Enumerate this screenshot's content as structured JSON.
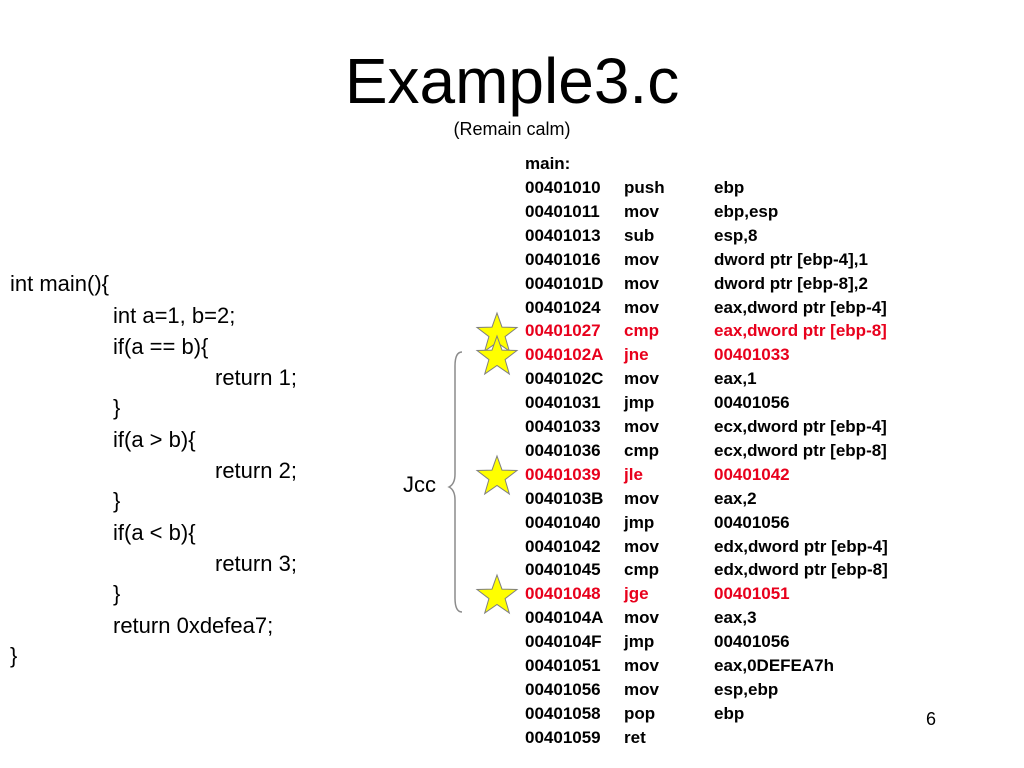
{
  "slide": {
    "title": "Example3.c",
    "subtitle": "(Remain calm)",
    "page_number": "6"
  },
  "source_code": [
    "int main(){",
    "int a=1, b=2;",
    "if(a == b){",
    "return 1;",
    "}",
    "if(a > b){",
    "return 2;",
    "}",
    "if(a < b){",
    "return 3;",
    "}",
    "return 0xdefea7;",
    "}"
  ],
  "assembly": {
    "label": "main:",
    "lines": [
      {
        "addr": "00401010",
        "op": "push",
        "arg": "ebp",
        "highlight": false
      },
      {
        "addr": "00401011",
        "op": "mov",
        "arg": "ebp,esp",
        "highlight": false
      },
      {
        "addr": "00401013",
        "op": "sub",
        "arg": "esp,8",
        "highlight": false
      },
      {
        "addr": "00401016",
        "op": "mov",
        "arg": "dword ptr [ebp-4],1",
        "highlight": false
      },
      {
        "addr": "0040101D",
        "op": "mov",
        "arg": "dword ptr [ebp-8],2",
        "highlight": false
      },
      {
        "addr": "00401024",
        "op": "mov",
        "arg": "eax,dword ptr [ebp-4]",
        "highlight": false
      },
      {
        "addr": "00401027",
        "op": "cmp",
        "arg": "eax,dword ptr [ebp-8]",
        "highlight": true
      },
      {
        "addr": "0040102A",
        "op": "jne",
        "arg": "00401033",
        "highlight": true
      },
      {
        "addr": "0040102C",
        "op": "mov",
        "arg": "eax,1",
        "highlight": false
      },
      {
        "addr": "00401031",
        "op": "jmp",
        "arg": "00401056",
        "highlight": false
      },
      {
        "addr": "00401033",
        "op": "mov",
        "arg": "ecx,dword ptr [ebp-4]",
        "highlight": false
      },
      {
        "addr": "00401036",
        "op": "cmp",
        "arg": "ecx,dword ptr [ebp-8]",
        "highlight": false
      },
      {
        "addr": "00401039",
        "op": "jle",
        "arg": "00401042",
        "highlight": true
      },
      {
        "addr": "0040103B",
        "op": "mov",
        "arg": "eax,2",
        "highlight": false
      },
      {
        "addr": "00401040",
        "op": "jmp",
        "arg": "00401056",
        "highlight": false
      },
      {
        "addr": "00401042",
        "op": "mov",
        "arg": "edx,dword ptr [ebp-4]",
        "highlight": false
      },
      {
        "addr": "00401045",
        "op": "cmp",
        "arg": "edx,dword ptr [ebp-8]",
        "highlight": false
      },
      {
        "addr": "00401048",
        "op": "jge",
        "arg": "00401051",
        "highlight": true
      },
      {
        "addr": "0040104A",
        "op": "mov",
        "arg": "eax,3",
        "highlight": false
      },
      {
        "addr": "0040104F",
        "op": "jmp",
        "arg": "00401056",
        "highlight": false
      },
      {
        "addr": "00401051",
        "op": "mov",
        "arg": "eax,0DEFEA7h",
        "highlight": false
      },
      {
        "addr": "00401056",
        "op": "mov",
        "arg": "esp,ebp",
        "highlight": false
      },
      {
        "addr": "00401058",
        "op": "pop",
        "arg": "ebp",
        "highlight": false
      },
      {
        "addr": "00401059",
        "op": "ret",
        "arg": "",
        "highlight": false
      }
    ]
  },
  "annotation": {
    "brace_label": "Jcc",
    "star_icon": "star-icon"
  },
  "colors": {
    "highlight": "#e8001c",
    "star_fill": "#ffff00",
    "star_stroke": "#7f7f7f",
    "brace": "#8c8c8c"
  }
}
